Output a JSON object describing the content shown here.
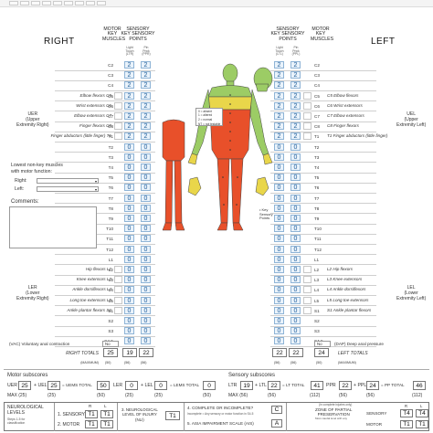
{
  "headers": {
    "right": "RIGHT",
    "left": "LEFT"
  },
  "columns": {
    "motor": "MOTOR\nKEY\nMUSCLES",
    "sensory": "SENSORY\nKEY SENSORY\nPOINTS",
    "light_touch": "Light\nTouch\n(LTR)",
    "pin_prick": "Pin\nPrick\n(PPR)",
    "light_touch_l": "Light\nTouch\n(LTL)",
    "pin_prick_l": "Pin\nPrick\n(PPL)"
  },
  "levels": [
    "C2",
    "C3",
    "C4",
    "C5",
    "C6",
    "C7",
    "C8",
    "T1",
    "T2",
    "T3",
    "T4",
    "T5",
    "T6",
    "T7",
    "T8",
    "T9",
    "T10",
    "T11",
    "T12",
    "L1",
    "L2",
    "L3",
    "L4",
    "L5",
    "S1",
    "S2",
    "S3",
    "S4-5"
  ],
  "right_lt": [
    "2",
    "2",
    "2",
    "2",
    "2",
    "2",
    "2",
    "2",
    "0",
    "0",
    "0",
    "0",
    "0",
    "0",
    "0",
    "0",
    "0",
    "0",
    "0",
    "0",
    "0",
    "0",
    "0",
    "0",
    "0",
    "0",
    "0",
    "0"
  ],
  "right_pp": [
    "2",
    "2",
    "2",
    "2",
    "2",
    "2",
    "2",
    "2",
    "0",
    "0",
    "0",
    "0",
    "0",
    "0",
    "0",
    "0",
    "0",
    "0",
    "0",
    "0",
    "0",
    "0",
    "0",
    "0",
    "0",
    "0",
    "0",
    "0"
  ],
  "left_lt": [
    "2",
    "2",
    "2",
    "2",
    "2",
    "2",
    "2",
    "2",
    "0",
    "0",
    "0",
    "0",
    "0",
    "0",
    "0",
    "0",
    "0",
    "0",
    "0",
    "0",
    "0",
    "0",
    "0",
    "0",
    "0",
    "0",
    "0",
    "0"
  ],
  "left_pp": [
    "2",
    "2",
    "2",
    "2",
    "2",
    "2",
    "2",
    "2",
    "0",
    "0",
    "0",
    "0",
    "0",
    "0",
    "0",
    "0",
    "0",
    "0",
    "0",
    "0",
    "0",
    "0",
    "0",
    "0",
    "0",
    "0",
    "0",
    "0"
  ],
  "upper_muscles_right": [
    "Elbow flexors C5",
    "Wrist extensors C6",
    "Elbow extensors C7",
    "Finger flexors C8",
    "Finger abductors (little finger) T1"
  ],
  "upper_muscles_left": [
    "C5 Elbow flexors",
    "C6 Wrist extensors",
    "C7 Elbow extensors",
    "C8 Finger flexors",
    "T1 Finger abductors (little finger)"
  ],
  "lower_muscles_right": [
    "Hip flexors L2",
    "Knee extensors L3",
    "Ankle dorsiflexors L4",
    "Long toe extensors L5",
    "Ankle plantar flexors S1"
  ],
  "lower_muscles_left": [
    "L2 Hip flexors",
    "L3 Knee extensors",
    "L4 Ankle dorsiflexors",
    "L5 Long toe extensors",
    "S1 Ankle plantar flexors"
  ],
  "uer": "UER\n(Upper\nExtremity Right)",
  "uel": "UEL\n(Upper\nExtremity Left)",
  "ler": "LER\n(Lower\nExtremity Right)",
  "lel": "LEL\n(Lower\nExtremity Left)",
  "lowest_nonkey": "Lowest non-key muscles\nwith motor function:",
  "right_label": "Right:",
  "left_label": "Left:",
  "comments_label": "Comments:",
  "vac": "(VAC) Voluntary anal contraction",
  "dap": "(DAP) Deep anal pressure",
  "vac_val": "No",
  "dap_val": "No",
  "right_totals_label": "RIGHT TOTALS",
  "left_totals_label": "LEFT TOTALS",
  "maximum": "(MAXIMUM)",
  "right_totals": [
    "25",
    "19",
    "22"
  ],
  "left_totals": [
    "22",
    "22",
    "24"
  ],
  "right_max": [
    "(50)",
    "(56)",
    "(56)"
  ],
  "left_max": [
    "(56)",
    "(56)",
    "(50)"
  ],
  "key_sensory_points": "• Key\nSensory\nPoints",
  "legend": [
    "0 = absent",
    "1 = altered",
    "2 = normal",
    "NT = not testable"
  ],
  "motor_subscores": {
    "title": "Motor subscores",
    "uer_label": "UER",
    "uer": "25",
    "uel_label": "+ UEL",
    "uel": "25",
    "uems_label": "= UEMS TOTAL",
    "uems": "50",
    "ler_label": "LER",
    "ler": "0",
    "lel_label": "+ LEL",
    "lel": "0",
    "lems_label": "= LEMS TOTAL",
    "lems": "0",
    "max_label": "MAX (25)",
    "max2_label": "(25)",
    "max3_label": "(50)"
  },
  "sensory_subscores": {
    "title": "Sensory subscores",
    "ltr_label": "LTR",
    "ltr": "19",
    "ltl_label": "+ LTL",
    "ltl": "22",
    "lt_total_label": "= LT TOTAL",
    "lt_total": "41",
    "ppr_label": "PPR",
    "ppr": "22",
    "ppl_label": "+ PPL",
    "ppl": "24",
    "pp_total_label": "= PP TOTAL",
    "pp_total": "46",
    "max_label": "MAX (56)",
    "max2_label": "(56)",
    "max3_label": "(112)"
  },
  "neuro": {
    "title": "NEUROLOGICAL\nLEVELS",
    "steps": "Steps 1-5 for\nclassification",
    "sensory": "1. SENSORY",
    "motor": "2. MOTOR",
    "r": "R",
    "l": "L",
    "s_r": "T1",
    "s_l": "T1",
    "m_r": "T1",
    "m_l": "T1",
    "nli": "3. NEUROLOGICAL\nLEVEL OF INJURY\n(NLI)",
    "nli_val": "T1",
    "complete": "4. COMPLETE OR INCOMPLETE?",
    "complete_note": "Incomplete = Any sensory or motor function in S4-5",
    "complete_val": "C",
    "ais": "5. ASIA IMPAIRMENT SCALE (AIS)",
    "ais_val": "A",
    "zpp": "ZONE OF PARTIAL\nPRESERVATION",
    "zpp_note": "(In complete injuries only)",
    "zpp_note2": "Most caudal level with any",
    "zpp_sensory": "SENSORY",
    "zpp_motor": "MOTOR",
    "zpp_s_r": "T4",
    "zpp_s_l": "T4",
    "zpp_m_r": "T1",
    "zpp_m_l": "T1"
  },
  "colors": {
    "sensory_blue": "#1f5d9a",
    "box_blue": "#eaf3fb",
    "body_red": "#e8502a",
    "body_yellow": "#e9d64a",
    "body_green": "#9ccc65"
  }
}
